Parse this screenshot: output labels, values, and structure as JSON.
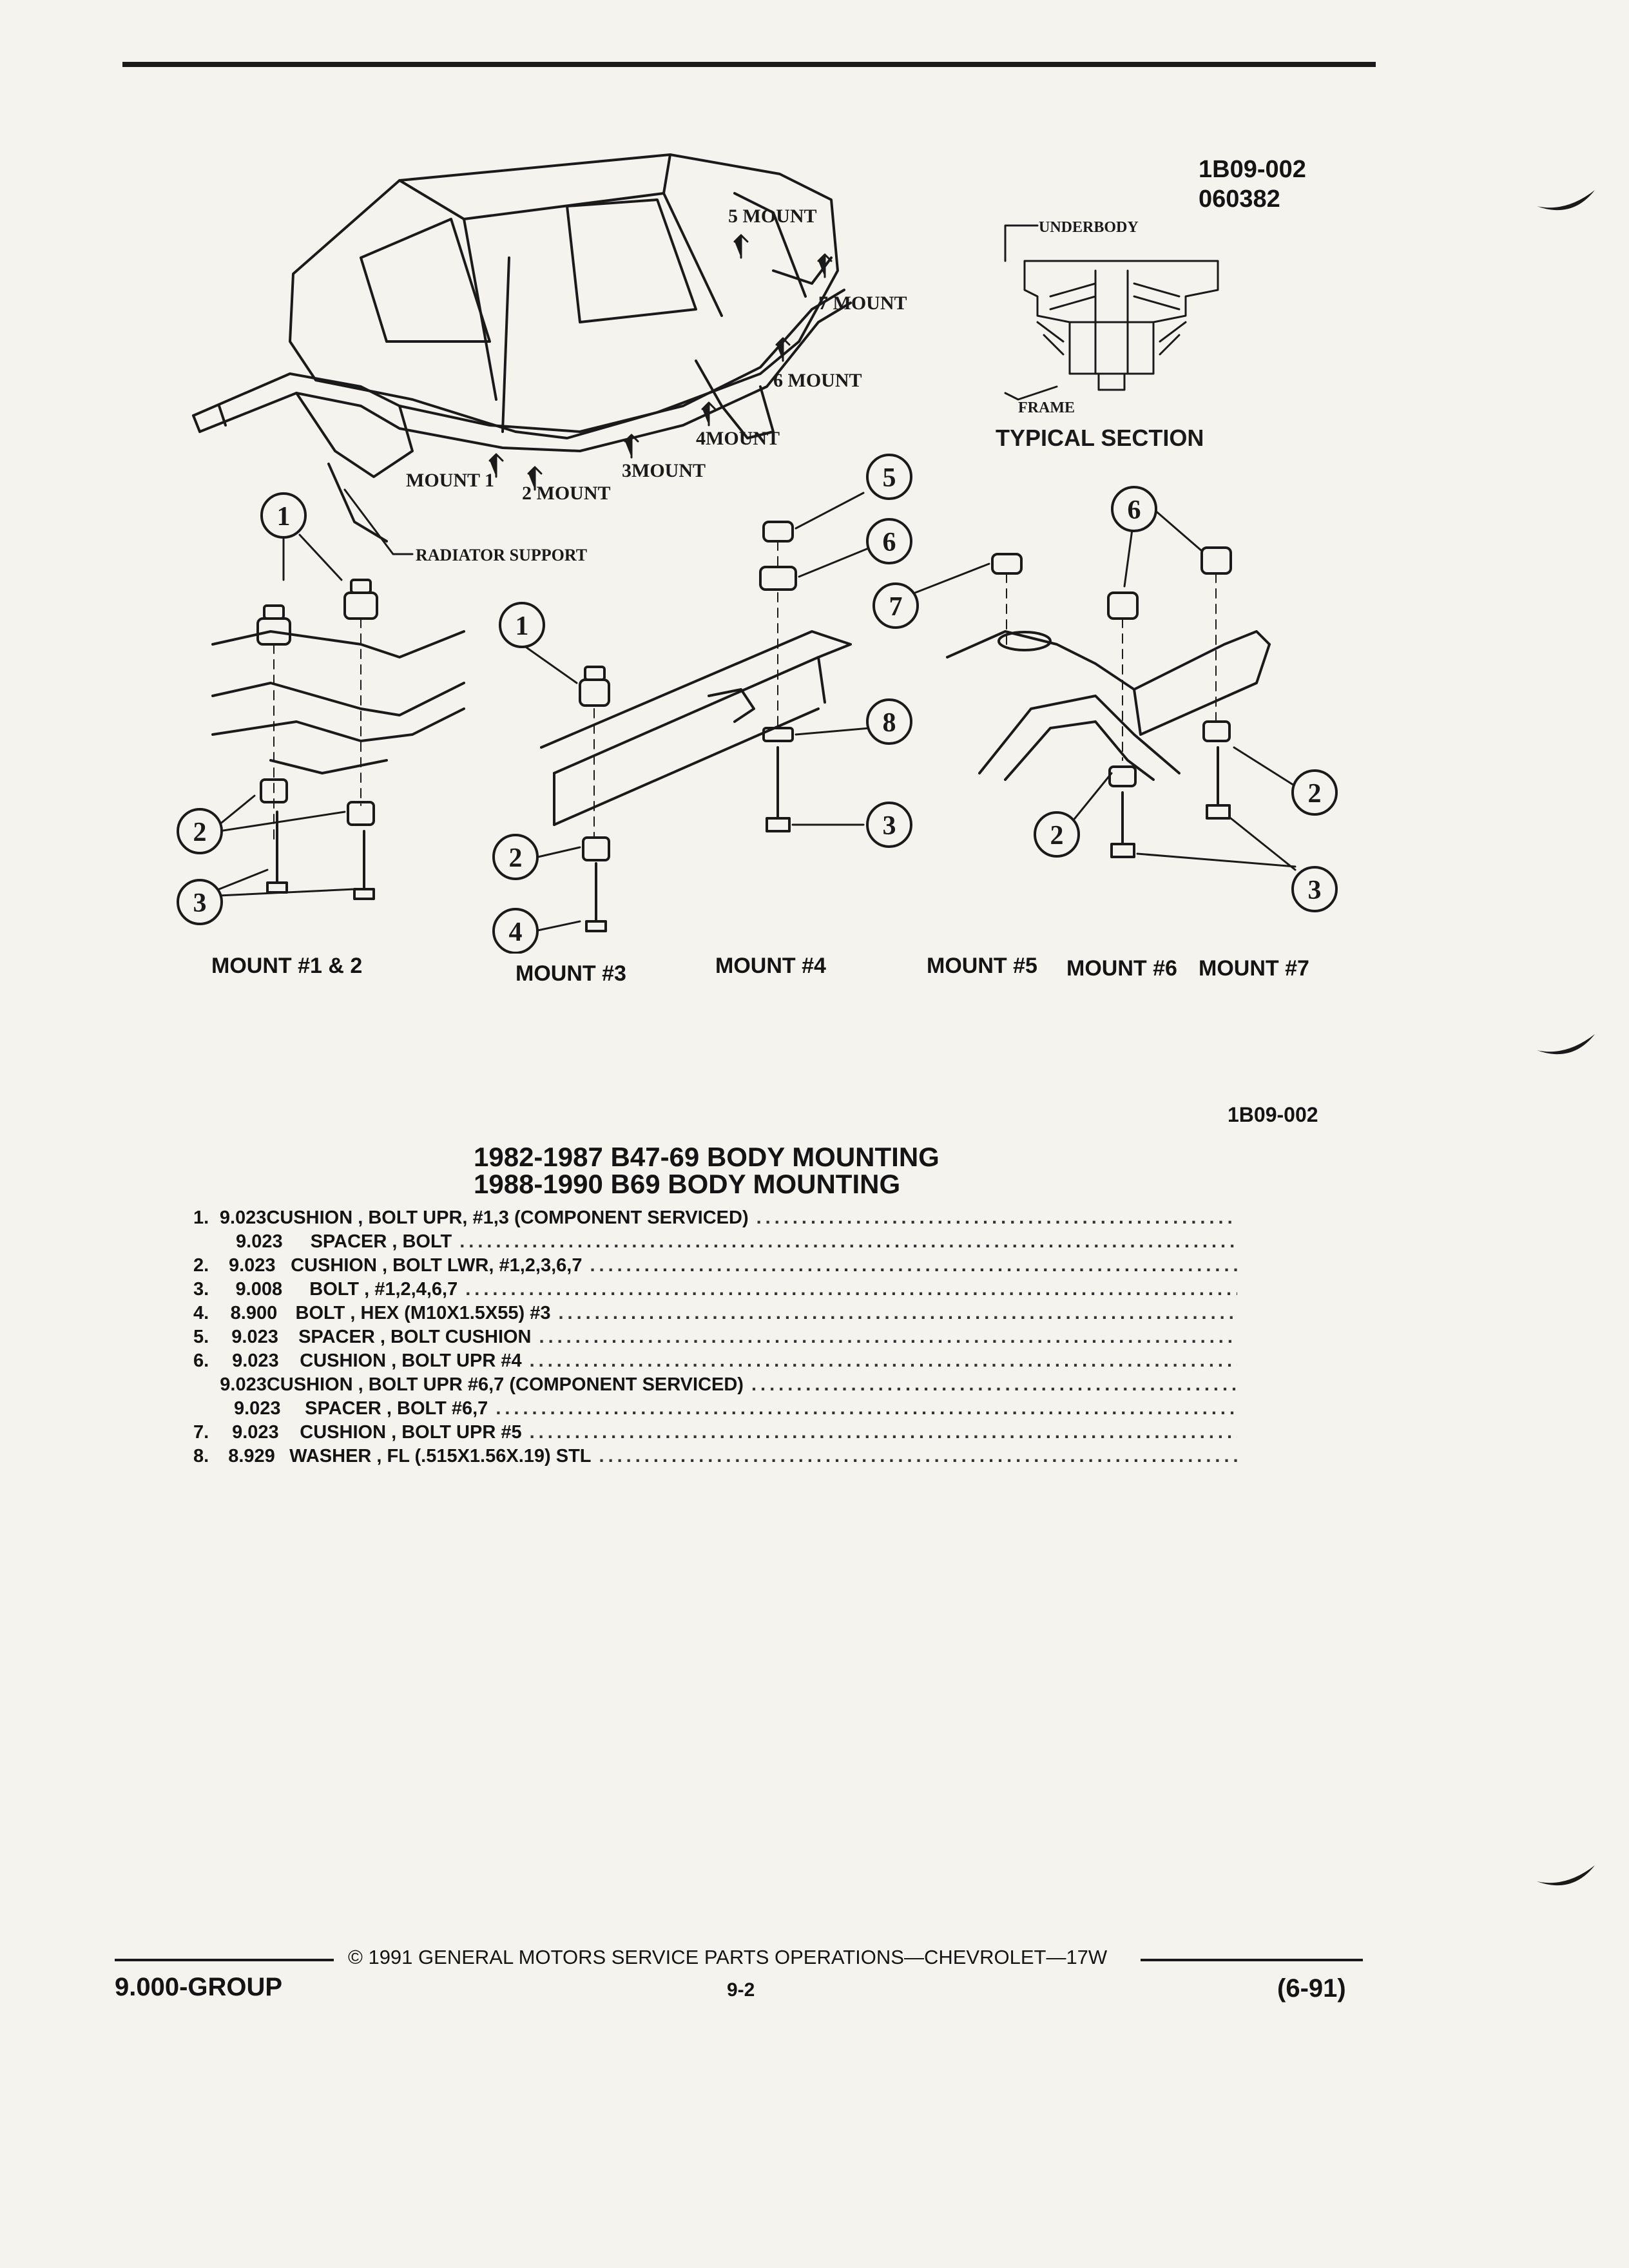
{
  "figure": {
    "id_line1": "1B09-002",
    "id_line2": "060382",
    "ref_bottom": "1B09-002",
    "overview_labels": {
      "mount1": "MOUNT 1",
      "mount2": "2 MOUNT",
      "mount3": "3MOUNT",
      "mount4": "4MOUNT",
      "mount5": "5 MOUNT",
      "mount6": "6 MOUNT",
      "mount7": "7 MOUNT",
      "radiator": "RADIATOR SUPPORT"
    },
    "section": {
      "underbody": "UNDERBODY",
      "frame": "FRAME",
      "title": "TYPICAL SECTION"
    },
    "callouts": [
      "1",
      "2",
      "3",
      "4",
      "5",
      "6",
      "7",
      "8"
    ],
    "captions": {
      "m12": "MOUNT #1 & 2",
      "m3": "MOUNT #3",
      "m4": "MOUNT #4",
      "m5": "MOUNT #5",
      "m6": "MOUNT #6",
      "m7": "MOUNT #7"
    }
  },
  "titles": {
    "line1": "1982-1987 B47-69 BODY MOUNTING",
    "line2": "1988-1990 B69 BODY MOUNTING"
  },
  "parts": [
    {
      "no": "1.",
      "code": "9.023",
      "desc": "CUSHION , BOLT UPR, #1,3 (COMPONENT SERVICED)"
    },
    {
      "no": "",
      "code": "9.023",
      "desc": "SPACER , BOLT"
    },
    {
      "no": "2.",
      "code": "9.023",
      "desc": "CUSHION , BOLT LWR, #1,2,3,6,7"
    },
    {
      "no": "3.",
      "code": "9.008",
      "desc": "BOLT , #1,2,4,6,7"
    },
    {
      "no": "4.",
      "code": "8.900",
      "desc": "BOLT , HEX (M10X1.5X55) #3"
    },
    {
      "no": "5.",
      "code": "9.023",
      "desc": "SPACER , BOLT CUSHION"
    },
    {
      "no": "6.",
      "code": "9.023",
      "desc": "CUSHION , BOLT UPR #4"
    },
    {
      "no": "",
      "code": "9.023",
      "desc": "CUSHION , BOLT UPR #6,7 (COMPONENT SERVICED)"
    },
    {
      "no": "",
      "code": "9.023",
      "desc": "SPACER , BOLT #6,7"
    },
    {
      "no": "7.",
      "code": "9.023",
      "desc": "CUSHION , BOLT UPR #5"
    },
    {
      "no": "8.",
      "code": "8.929",
      "desc": "WASHER , FL (.515X1.56X.19) STL"
    }
  ],
  "footer": {
    "copyright": "© 1991 GENERAL MOTORS SERVICE PARTS OPERATIONS—CHEVROLET—17W",
    "group": "9.000-GROUP",
    "page": "9-2",
    "revision": "(6-91)"
  }
}
